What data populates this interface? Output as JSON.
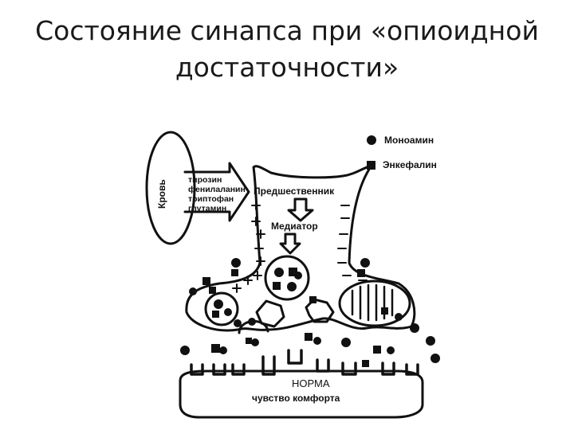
{
  "slide": {
    "title_line1": "Состояние синапса при «опиоидной",
    "title_line2": "достаточности»"
  },
  "diagram": {
    "blood_label": "Кровь",
    "amino_acids": [
      "тирозин",
      "фенилаланин",
      "триптофан",
      "глутамин"
    ],
    "precursor_label": "Предшественник",
    "mediator_label": "Медиатор",
    "legend": {
      "monoamine": "Моноамин",
      "enkephalin": "Энкефалин"
    },
    "norm_label": "НОРМА",
    "comfort_label": "чувство комфорта"
  }
}
